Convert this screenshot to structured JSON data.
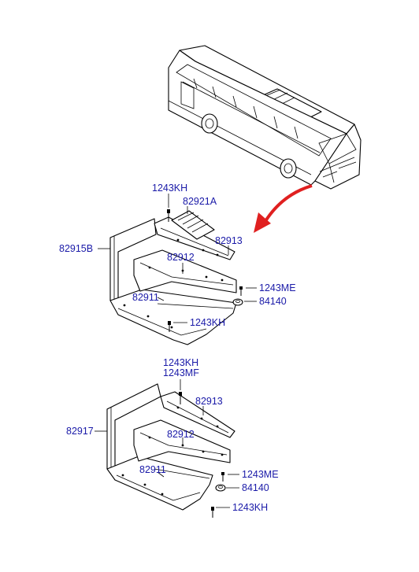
{
  "diagram": {
    "top_assembly": {
      "labels": {
        "bolt_top": "1243KH",
        "pad": "82921A",
        "side_panel": "82915B",
        "front_panel": "82913",
        "mid_panel": "82912",
        "bottom_panel": "82911",
        "screw": "1243ME",
        "nut": "84140",
        "bolt_bottom": "1243KH"
      }
    },
    "bottom_assembly": {
      "labels": {
        "bolt_top_1": "1243KH",
        "bolt_top_2": "1243MF",
        "side_panel": "82917",
        "front_panel": "82913",
        "mid_panel": "82912",
        "bottom_panel": "82911",
        "screw": "1243ME",
        "nut": "84140",
        "bolt_bottom": "1243KH"
      }
    },
    "colors": {
      "label": "#1a1aa8",
      "arrow": "#e02020",
      "line": "#000000"
    }
  }
}
